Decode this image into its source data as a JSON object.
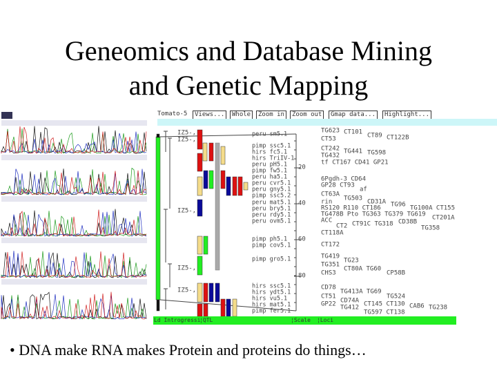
{
  "slide": {
    "title_line1": "Geneomics and Database Mining",
    "title_line2": "and Genetic Mapping",
    "bullet": "• DNA make RNA makes Protein and proteins do things…"
  },
  "map_viewer": {
    "map_name": "Tomato-5",
    "toolbar": [
      "Views...",
      "Whole",
      "Zoom in",
      "Zoom out",
      "Gmap data...",
      "Highlight..."
    ],
    "introgression_labels": [
      "IZ5-,",
      "IZ5-,",
      "IZ5-,",
      "IZ5-,",
      "IZ5-,"
    ],
    "traits": [
      "peru sm5.1",
      "pimp ssc5.1",
      "hirs fc5.1",
      "hirs TriIV-1",
      "peru pH5.1",
      "pimp fw5.1",
      "peru ha5.1",
      "peru cvr5.1",
      "peru gny5.1",
      "pimp ssc5.2",
      "peru mat5.1",
      "peru bry5.1",
      "peru rdy5.1",
      "peru ovm5.1",
      "pimp ph5.1",
      "pimp cov5.1",
      "pimp gro5.1",
      "hirs ssc5.1",
      "hirs ydt5.1",
      "hirs vu5.1",
      "hirs mat5.1",
      "pimp fer5.1"
    ],
    "scale_ticks": [
      "20",
      "40",
      "60",
      "80"
    ],
    "loci": [
      "TG623",
      "CT101",
      "CT89",
      "CT122B",
      "CT53",
      "CT242",
      "TG441",
      "TG598",
      "TG432",
      "tf CT167 CD41 GP21",
      "6Pgdh-3 CD64",
      "GP28 CT93",
      "af",
      "CT63A",
      "TG503",
      "CD31A",
      "TG96",
      "rin",
      "RS120 R110 CT186",
      "TG100A CT155",
      "TG478B Pto TG363 TG379 TG619",
      "CT201A",
      "ACC",
      "CT2",
      "CT91C TG318",
      "CD38B",
      "TG358",
      "CT118A",
      "CT172",
      "TG419",
      "TG23",
      "TG351",
      "CT80A TG60",
      "CHS3",
      "CP58B",
      "CD78",
      "TG413A TG69",
      "TG524",
      "CT51",
      "CD74A",
      "CT145 CT130",
      "CAB6",
      "TG238",
      "GP22",
      "TG412",
      "TG597 CT138"
    ],
    "bottom_bar": [
      "Ld Introgressi",
      "QTL",
      "Scale",
      "Loci"
    ],
    "colors": {
      "green": "#22ee22",
      "red": "#dd1111",
      "yellow": "#f5dc8a",
      "blue": "#0a0a99",
      "gray": "#aaaaaa",
      "cyan": "#cdf6f8"
    }
  }
}
